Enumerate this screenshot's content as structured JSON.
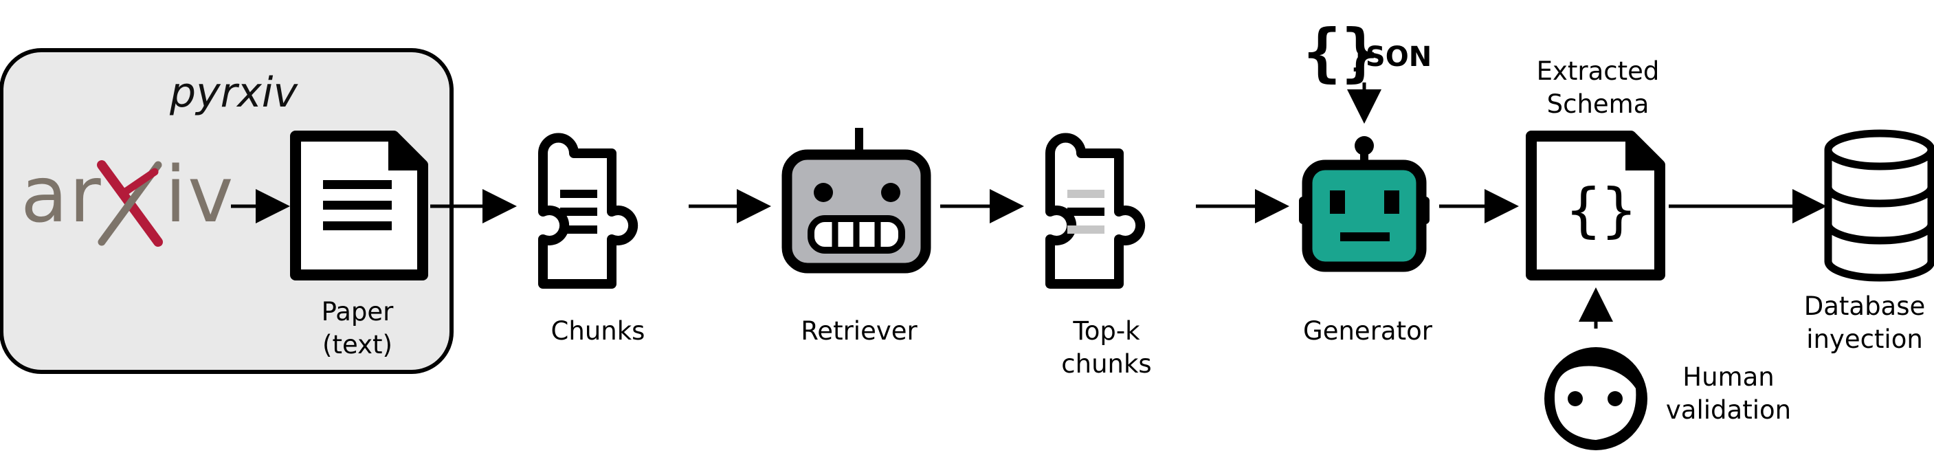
{
  "source": {
    "group_title": "pyrxiv",
    "logo_text": "arXiv"
  },
  "nodes": {
    "paper": {
      "label_line1": "Paper",
      "label_line2": "(text)"
    },
    "chunks": {
      "label": "Chunks"
    },
    "retriever": {
      "label": "Retriever"
    },
    "topk": {
      "label_line1": "Top-k",
      "label_line2": "chunks"
    },
    "json": {
      "label": "JSON"
    },
    "generator": {
      "label": "Generator"
    },
    "schema": {
      "label_line1": "Extracted",
      "label_line2": "Schema"
    },
    "human": {
      "label_line1": "Human",
      "label_line2": "validation"
    },
    "database": {
      "label_line1": "Database",
      "label_line2": "inyection"
    }
  },
  "colors": {
    "group_fill": "#e9e9e9",
    "arxiv_gray": "#7d746a",
    "arxiv_red": "#b31b3a",
    "retriever_face": "#b3b4b8",
    "generator_face": "#1aa58f",
    "topk_light_bar": "#c6c6c6",
    "outline": "#000000"
  },
  "icons": [
    "document-icon",
    "puzzle-icon",
    "robot-icon",
    "json-braces-icon",
    "schema-document-icon",
    "human-face-icon",
    "database-icon"
  ]
}
